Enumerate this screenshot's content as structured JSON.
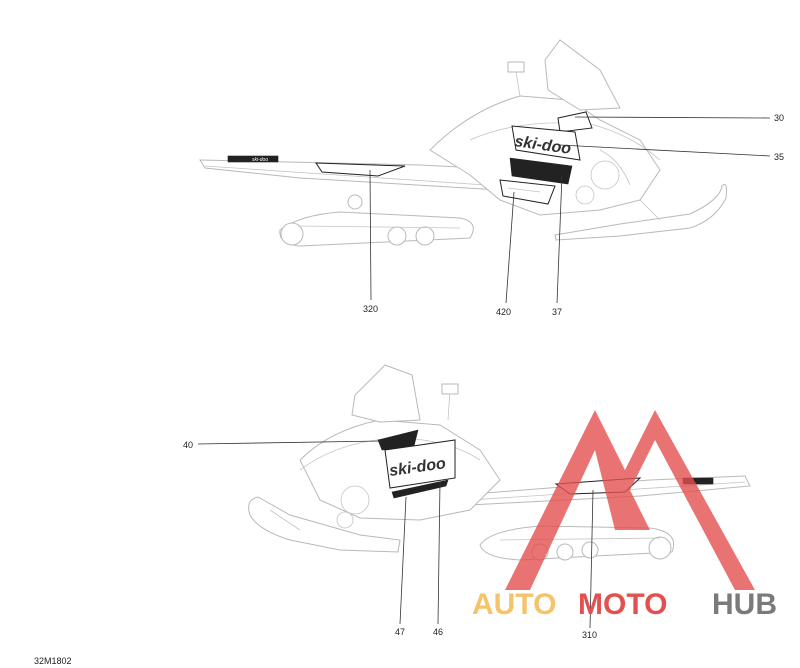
{
  "diagram_code": "32M1802",
  "brand_logo_text": "ski-doo",
  "top_view": {
    "callouts": [
      "30",
      "35",
      "320",
      "420",
      "37"
    ]
  },
  "bottom_view": {
    "callouts": [
      "40",
      "47",
      "46",
      "310"
    ]
  },
  "watermark": {
    "part1": "AUTO",
    "part2": "MOTO",
    "part3": "HUB",
    "color_orange": "#f5c46a",
    "color_red": "#e35050",
    "color_gray": "#7a7a7a"
  }
}
